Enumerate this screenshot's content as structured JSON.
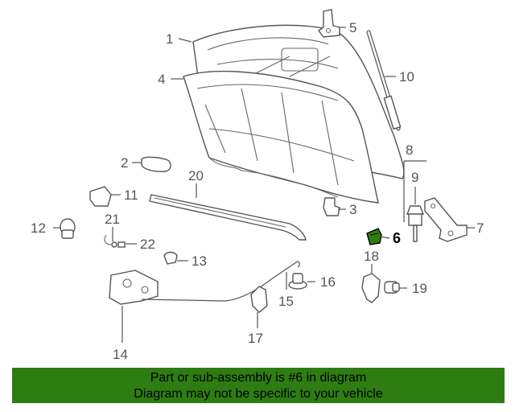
{
  "callouts": {
    "c1": "1",
    "c2": "2",
    "c3": "3",
    "c4": "4",
    "c5": "5",
    "c6": "6",
    "c7": "7",
    "c8": "8",
    "c9": "9",
    "c10": "10",
    "c11": "11",
    "c12": "12",
    "c13": "13",
    "c14": "14",
    "c15": "15",
    "c16": "16",
    "c17": "17",
    "c18": "18",
    "c19": "19",
    "c20": "20",
    "c21": "21",
    "c22": "22"
  },
  "highlight": {
    "part_number": "6",
    "color": "#2e7d12"
  },
  "banner": {
    "line1": "Part or sub-assembly is #6 in diagram",
    "line2": "Diagram may not be specific to your vehicle",
    "color": "#2e7d12"
  }
}
